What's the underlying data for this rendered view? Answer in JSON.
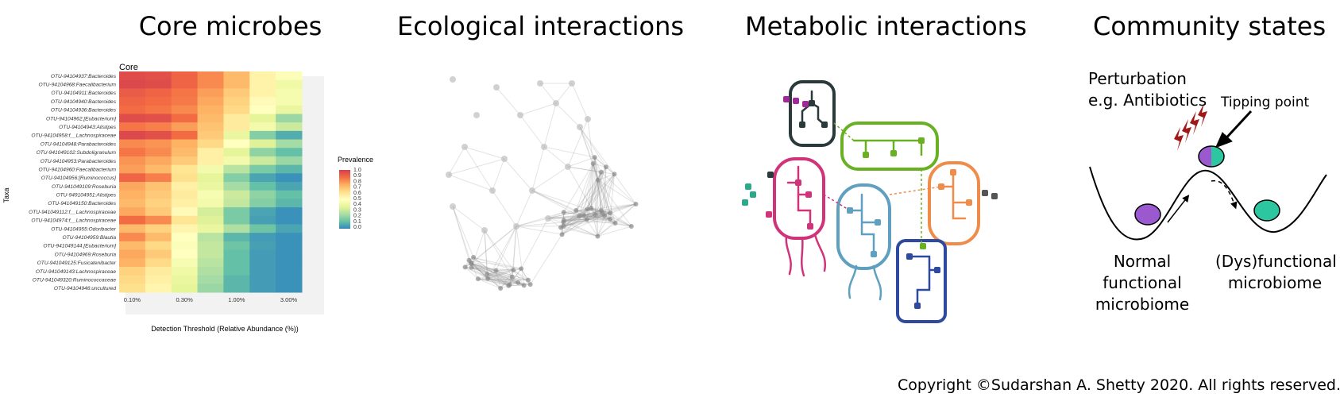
{
  "titles": {
    "core": "Core microbes",
    "ecological": "Ecological interactions",
    "metabolic": "Metabolic interactions",
    "community": "Community states"
  },
  "copyright": "Copyright ©Sudarshan A. Shetty 2020. All rights reserved.",
  "chart_data": {
    "type": "heatmap",
    "title": "Core",
    "xlabel": "Detection Threshold (Relative Abundance (%))",
    "ylabel": "Taxa",
    "x_tick_labels": [
      "0.10%",
      "0.30%",
      "1.00%",
      "3.00%"
    ],
    "legend": {
      "title": "Prevalence",
      "ticks": [
        "1.0",
        "0.9",
        "0.8",
        "0.7",
        "0.6",
        "0.5",
        "0.4",
        "0.3",
        "0.2",
        "0.1",
        "0.0"
      ],
      "colors": [
        "#3288bd",
        "#66c2a5",
        "#abdda4",
        "#e6f598",
        "#ffffbf",
        "#fee08b",
        "#fdae61",
        "#f46d43",
        "#d53e4f"
      ]
    },
    "rows": [
      {
        "taxon": "OTU-94104937:Bacteroides",
        "values": [
          0.96,
          0.95,
          0.9,
          0.82,
          0.72,
          0.55,
          0.48
        ]
      },
      {
        "taxon": "OTU-94104968:Faecalibacterium",
        "values": [
          0.97,
          0.96,
          0.9,
          0.82,
          0.72,
          0.55,
          0.42
        ]
      },
      {
        "taxon": "OTU-94104911:Bacteroides",
        "values": [
          0.92,
          0.9,
          0.86,
          0.78,
          0.68,
          0.55,
          0.45
        ]
      },
      {
        "taxon": "OTU-94104940:Bacteroides",
        "values": [
          0.9,
          0.88,
          0.85,
          0.76,
          0.66,
          0.52,
          0.45
        ]
      },
      {
        "taxon": "OTU-94104936:Bacteroides",
        "values": [
          0.88,
          0.86,
          0.82,
          0.74,
          0.64,
          0.5,
          0.4
        ]
      },
      {
        "taxon": "OTU-94104962:[Eubacterium]",
        "values": [
          0.96,
          0.95,
          0.88,
          0.72,
          0.58,
          0.38,
          0.22
        ]
      },
      {
        "taxon": "OTU-94104943:Alistipes",
        "values": [
          0.86,
          0.84,
          0.78,
          0.7,
          0.58,
          0.44,
          0.32
        ]
      },
      {
        "taxon": "OTU-94104958:f__Lachnospiraceae",
        "values": [
          0.97,
          0.95,
          0.88,
          0.68,
          0.4,
          0.18,
          0.08
        ]
      },
      {
        "taxon": "OTU-94104948:Parabacteroides",
        "values": [
          0.82,
          0.8,
          0.74,
          0.64,
          0.5,
          0.36,
          0.24
        ]
      },
      {
        "taxon": "OTU-941049102:Subdoligranulum",
        "values": [
          0.86,
          0.82,
          0.72,
          0.56,
          0.38,
          0.2,
          0.12
        ]
      },
      {
        "taxon": "OTU-94104953:Parabacteroides",
        "values": [
          0.8,
          0.76,
          0.68,
          0.56,
          0.44,
          0.32,
          0.22
        ]
      },
      {
        "taxon": "OTU-94104960:Faecalibacterium",
        "values": [
          0.78,
          0.72,
          0.6,
          0.44,
          0.28,
          0.16,
          0.1
        ]
      },
      {
        "taxon": "OTU-94104956:[Ruminococcus]",
        "values": [
          0.9,
          0.84,
          0.62,
          0.38,
          0.18,
          0.06,
          0.02
        ]
      },
      {
        "taxon": "OTU-941049109:Roseburia",
        "values": [
          0.76,
          0.7,
          0.56,
          0.4,
          0.24,
          0.12,
          0.06
        ]
      },
      {
        "taxon": "OTU-949104951:Alistipes",
        "values": [
          0.74,
          0.68,
          0.58,
          0.46,
          0.32,
          0.2,
          0.12
        ]
      },
      {
        "taxon": "OTU-941049150:Bacteroides",
        "values": [
          0.72,
          0.66,
          0.56,
          0.44,
          0.3,
          0.18,
          0.1
        ]
      },
      {
        "taxon": "OTU-941049112:f__Lachnospiraceae",
        "values": [
          0.76,
          0.68,
          0.52,
          0.34,
          0.16,
          0.06,
          0.02
        ]
      },
      {
        "taxon": "OTU-94104974:f__Lachnospiraceae",
        "values": [
          0.88,
          0.82,
          0.6,
          0.36,
          0.16,
          0.05,
          0.02
        ]
      },
      {
        "taxon": "OTU-94104955:Odoribacter",
        "values": [
          0.72,
          0.66,
          0.54,
          0.4,
          0.26,
          0.14,
          0.06
        ]
      },
      {
        "taxon": "OTU-94104959:Blautia",
        "values": [
          0.82,
          0.72,
          0.5,
          0.28,
          0.1,
          0.04,
          0.02
        ]
      },
      {
        "taxon": "OTU-941049144:[Eubacterium]",
        "values": [
          0.72,
          0.64,
          0.48,
          0.3,
          0.14,
          0.05,
          0.02
        ]
      },
      {
        "taxon": "OTU-94104969:Roseburia",
        "values": [
          0.76,
          0.68,
          0.5,
          0.3,
          0.12,
          0.04,
          0.02
        ]
      },
      {
        "taxon": "OTU-941049125:Fusicatenibacter",
        "values": [
          0.74,
          0.64,
          0.46,
          0.28,
          0.12,
          0.04,
          0.02
        ]
      },
      {
        "taxon": "OTU-941049143:Lachnospiraceae",
        "values": [
          0.66,
          0.58,
          0.42,
          0.26,
          0.12,
          0.04,
          0.02
        ]
      },
      {
        "taxon": "OTU-941049320:Ruminococcaceae",
        "values": [
          0.64,
          0.56,
          0.4,
          0.24,
          0.1,
          0.04,
          0.02
        ]
      },
      {
        "taxon": "OTU-94104946:uncultured",
        "values": [
          0.62,
          0.54,
          0.38,
          0.22,
          0.1,
          0.04,
          0.02
        ]
      }
    ]
  },
  "community": {
    "perturbation_line1": "Perturbation",
    "perturbation_line2": "e.g. Antibiotics",
    "tipping_point": "Tipping point",
    "normal_line1": "Normal",
    "normal_line2": "functional",
    "normal_line3": "microbiome",
    "dys_line1": "(Dys)functional",
    "dys_line2": "microbiome",
    "colors": {
      "normal": "#9b59d0",
      "dysfunctional": "#2cc7a0",
      "lightning": "#a01818"
    }
  },
  "metabolic": {
    "cell_colors": [
      "#2a3a3a",
      "#6ab023",
      "#d1337a",
      "#5f9fbf",
      "#f08c4a",
      "#2e4aa0",
      "#a0299a",
      "#2aaa8a",
      "#555555"
    ]
  }
}
